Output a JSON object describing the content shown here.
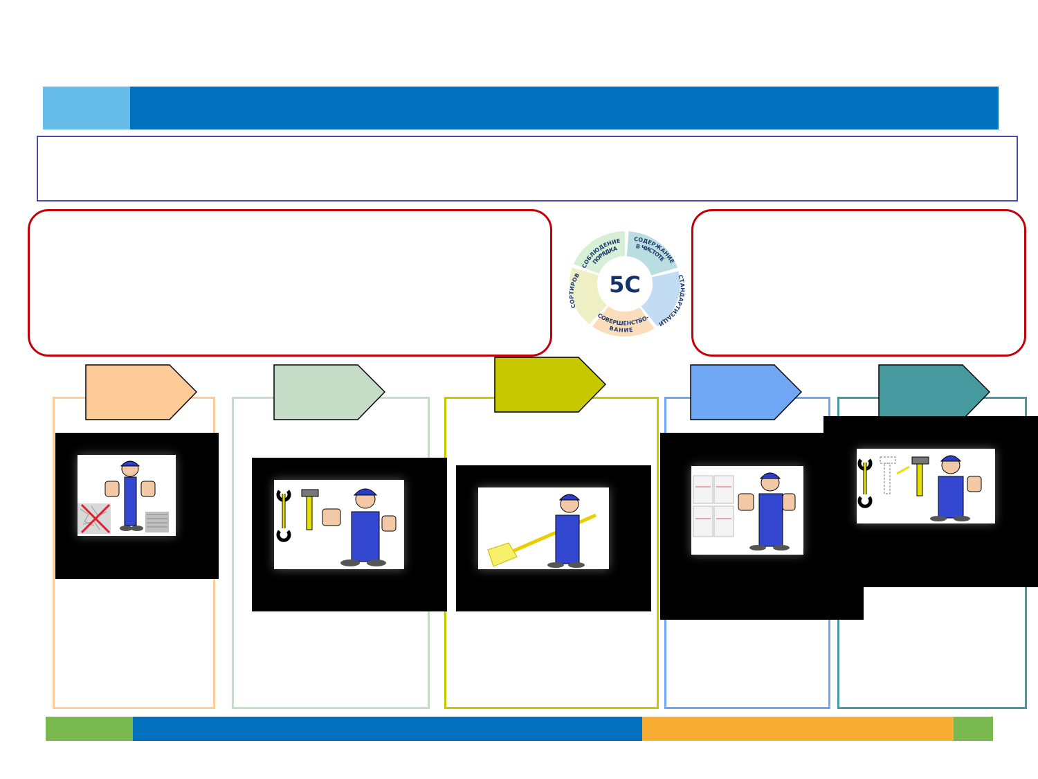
{
  "wheel": {
    "center": "5С",
    "segments": [
      {
        "line1": "СОБЛЮДЕНИЕ",
        "line2": "ПОРЯДКА",
        "color": "#d7efd6"
      },
      {
        "line1": "СОДЕРЖАНИЕ",
        "line2": "В ЧИСТОТЕ",
        "color": "#b9dde0"
      },
      {
        "line1": "СТАНДАРТИЗАЦИЯ",
        "line2": "",
        "color": "#c2ddf3"
      },
      {
        "line1": "СОВЕРШЕНСТВО-",
        "line2": "ВАНИЕ",
        "color": "#fbdcbb"
      },
      {
        "line1": "СОРТИРОВКА",
        "line2": "",
        "color": "#efefc6"
      }
    ]
  },
  "steps": [
    {
      "color": "#fccb98",
      "icon": "worker-sorting-icon"
    },
    {
      "color": "#c5dcc6",
      "icon": "worker-tools-icon"
    },
    {
      "color": "#c8c800",
      "icon": "worker-sweeping-icon"
    },
    {
      "color": "#6fa7f5",
      "icon": "worker-standards-icon"
    },
    {
      "color": "#45999f",
      "icon": "worker-improvement-icon"
    }
  ],
  "colors": {
    "header_light": "#66bde9",
    "header_dark": "#0070bf",
    "frame_red": "#c0000b",
    "footer_green": "#7ab94f",
    "footer_blue": "#0070bf",
    "footer_orange": "#f8ac32"
  }
}
